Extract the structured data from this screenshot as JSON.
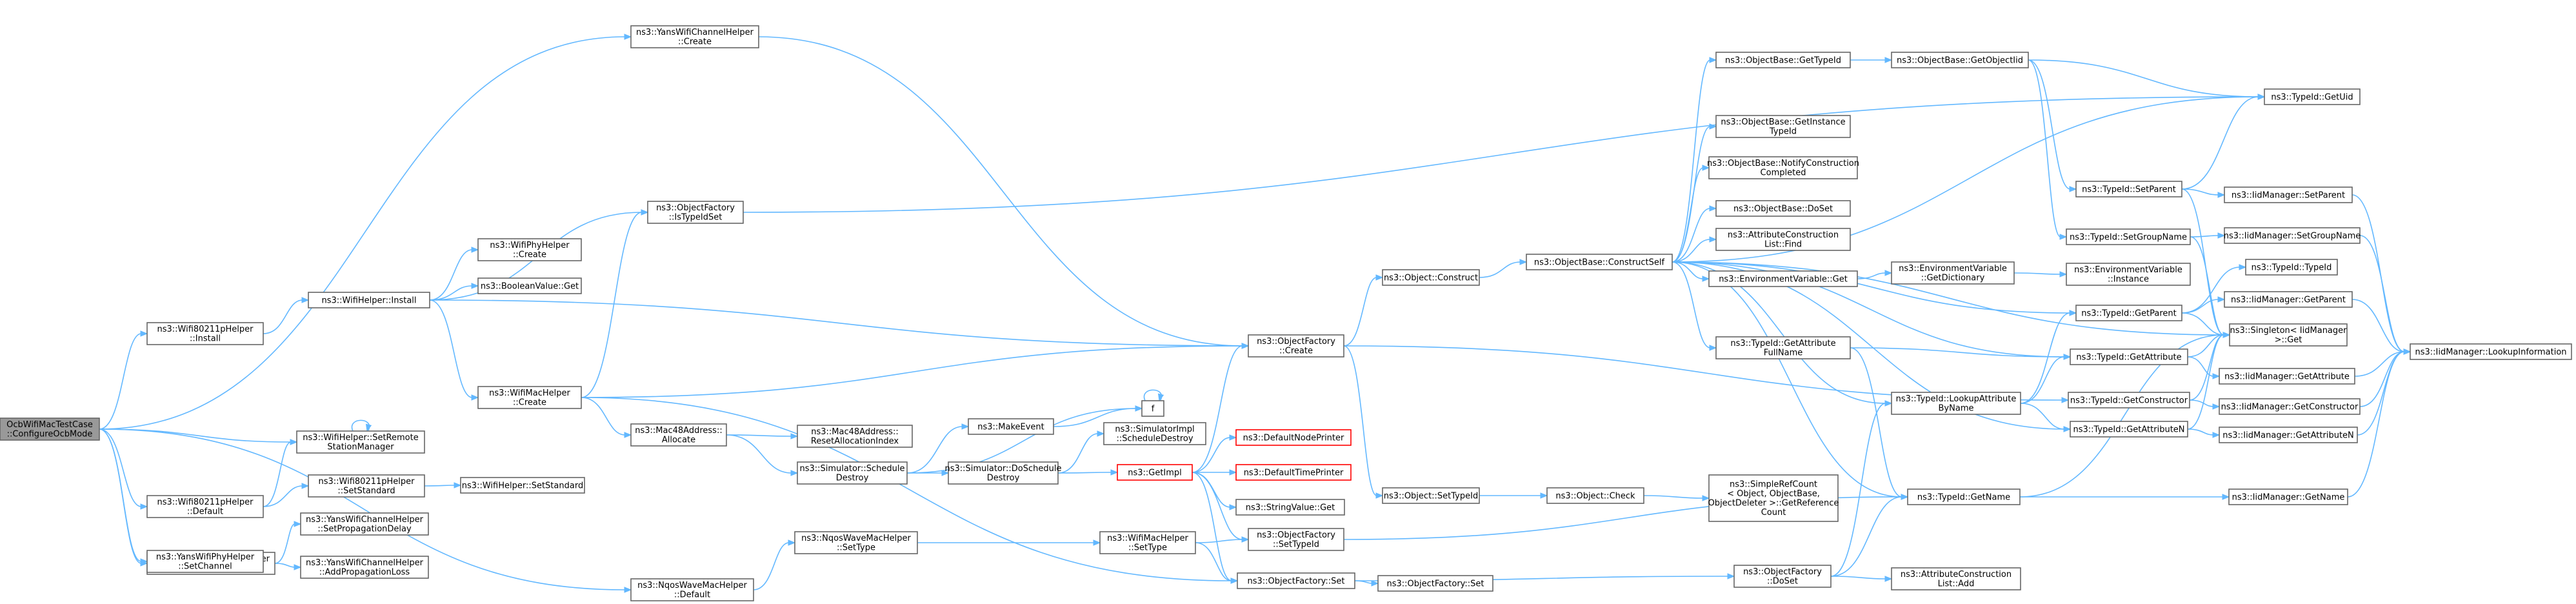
{
  "nodes": [
    {
      "id": "root",
      "lines": [
        "OcbWifiMacTestCase",
        "::ConfigureOcbMode"
      ],
      "style": "root"
    },
    {
      "id": "yanschan_create",
      "lines": [
        "ns3::YansWifiChannelHelper",
        "::Create"
      ]
    },
    {
      "id": "wifi80211p_install",
      "lines": [
        "ns3::Wifi80211pHelper",
        "::Install"
      ]
    },
    {
      "id": "wifihelper_setremote",
      "lines": [
        "ns3::WifiHelper::SetRemote",
        "StationManager"
      ]
    },
    {
      "id": "wifi80211p_default",
      "lines": [
        "ns3::Wifi80211pHelper",
        "::Default"
      ]
    },
    {
      "id": "yanschan_default",
      "lines": [
        "ns3::YansWifiChannelHelper",
        "::Default"
      ]
    },
    {
      "id": "yansphy_setchannel",
      "lines": [
        "ns3::YansWifiPhyHelper",
        "::SetChannel"
      ]
    },
    {
      "id": "nqos_default",
      "lines": [
        "ns3::NqosWaveMacHelper",
        "::Default"
      ]
    },
    {
      "id": "wifihelper_install",
      "lines": [
        "ns3::WifiHelper::Install"
      ]
    },
    {
      "id": "wifi80211p_setstandard",
      "lines": [
        "ns3::Wifi80211pHelper",
        "::SetStandard"
      ]
    },
    {
      "id": "yanschan_setprop",
      "lines": [
        "ns3::YansWifiChannelHelper",
        "::SetPropagationDelay"
      ]
    },
    {
      "id": "yanschan_addprop",
      "lines": [
        "ns3::YansWifiChannelHelper",
        "::AddPropagationLoss"
      ]
    },
    {
      "id": "nqos_settype",
      "lines": [
        "ns3::NqosWaveMacHelper",
        "::SetType"
      ]
    },
    {
      "id": "wifiphy_create",
      "lines": [
        "ns3::WifiPhyHelper",
        "::Create"
      ]
    },
    {
      "id": "booleanvalue_get",
      "lines": [
        "ns3::BooleanValue::Get"
      ]
    },
    {
      "id": "wifimac_create",
      "lines": [
        "ns3::WifiMacHelper",
        "::Create"
      ]
    },
    {
      "id": "wifihelper_setstandard",
      "lines": [
        "ns3::WifiHelper::SetStandard"
      ]
    },
    {
      "id": "objfactory_istypeidset",
      "lines": [
        "ns3::ObjectFactory",
        "::IsTypeIdSet"
      ]
    },
    {
      "id": "mac48_allocate",
      "lines": [
        "ns3::Mac48Address::",
        "Allocate"
      ]
    },
    {
      "id": "mac48_resetalloc",
      "lines": [
        "ns3::Mac48Address::",
        "ResetAllocationIndex"
      ]
    },
    {
      "id": "sim_scheduledestroy",
      "lines": [
        "ns3::Simulator::Schedule",
        "Destroy"
      ]
    },
    {
      "id": "sim_doscheduledestroy",
      "lines": [
        "ns3::Simulator::DoSchedule",
        "Destroy"
      ]
    },
    {
      "id": "makeevent",
      "lines": [
        "ns3::MakeEvent"
      ]
    },
    {
      "id": "f",
      "lines": [
        "f"
      ]
    },
    {
      "id": "simimpl_scheduledestroy",
      "lines": [
        "ns3::SimulatorImpl",
        "::ScheduleDestroy"
      ]
    },
    {
      "id": "getimpl",
      "lines": [
        "ns3::GetImpl"
      ],
      "style": "red"
    },
    {
      "id": "defaultnodeprinter",
      "lines": [
        "ns3::DefaultNodePrinter"
      ],
      "style": "red"
    },
    {
      "id": "defaulttimeprinter",
      "lines": [
        "ns3::DefaultTimePrinter"
      ],
      "style": "red"
    },
    {
      "id": "stringvalue_get",
      "lines": [
        "ns3::StringValue::Get"
      ]
    },
    {
      "id": "wifimac_settype",
      "lines": [
        "ns3::WifiMacHelper",
        "::SetType"
      ]
    },
    {
      "id": "objfactory_create",
      "lines": [
        "ns3::ObjectFactory",
        "::Create"
      ]
    },
    {
      "id": "objfactory_settypeid",
      "lines": [
        "ns3::ObjectFactory",
        "::SetTypeId"
      ]
    },
    {
      "id": "objfactory_set",
      "lines": [
        "ns3::ObjectFactory::Set"
      ]
    },
    {
      "id": "object_construct",
      "lines": [
        "ns3::Object::Construct"
      ]
    },
    {
      "id": "object_settypeid",
      "lines": [
        "ns3::Object::SetTypeId"
      ]
    },
    {
      "id": "objectfactory_set2",
      "lines": [
        "ns3::ObjectFactory::Set"
      ]
    },
    {
      "id": "objbase_constructself",
      "lines": [
        "ns3::ObjectBase::ConstructSelf"
      ]
    },
    {
      "id": "object_check",
      "lines": [
        "ns3::Object::Check"
      ]
    },
    {
      "id": "simplerefcount",
      "lines": [
        "ns3::SimpleRefCount",
        "< Object, ObjectBase,",
        "ObjectDeleter >::GetReference",
        "Count"
      ]
    },
    {
      "id": "objbase_gettypeid",
      "lines": [
        "ns3::ObjectBase::GetTypeId"
      ]
    },
    {
      "id": "objbase_getinstancetypeid",
      "lines": [
        "ns3::ObjectBase::GetInstance",
        "TypeId"
      ]
    },
    {
      "id": "objbase_notify",
      "lines": [
        "ns3::ObjectBase::NotifyConstruction",
        "Completed"
      ]
    },
    {
      "id": "objbase_doset",
      "lines": [
        "ns3::ObjectBase::DoSet"
      ]
    },
    {
      "id": "attrconstlist_find",
      "lines": [
        "ns3::AttributeConstruction",
        "List::Find"
      ]
    },
    {
      "id": "envvar_get",
      "lines": [
        "ns3::EnvironmentVariable::Get"
      ]
    },
    {
      "id": "typeid_getattrfullname",
      "lines": [
        "ns3::TypeId::GetAttribute",
        "FullName"
      ]
    },
    {
      "id": "objfactory_doset",
      "lines": [
        "ns3::ObjectFactory",
        "::DoSet"
      ]
    },
    {
      "id": "objbase_getobjectiid",
      "lines": [
        "ns3::ObjectBase::GetObjectIid"
      ]
    },
    {
      "id": "envvar_getdictionary",
      "lines": [
        "ns3::EnvironmentVariable",
        "::GetDictionary"
      ]
    },
    {
      "id": "typeid_lookupattrbyname",
      "lines": [
        "ns3::TypeId::LookupAttribute",
        "ByName"
      ]
    },
    {
      "id": "typeid_getname",
      "lines": [
        "ns3::TypeId::GetName"
      ]
    },
    {
      "id": "attrconstlist_add",
      "lines": [
        "ns3::AttributeConstruction",
        "List::Add"
      ]
    },
    {
      "id": "typeid_setparent",
      "lines": [
        "ns3::TypeId::SetParent"
      ]
    },
    {
      "id": "typeid_setgroupname",
      "lines": [
        "ns3::TypeId::SetGroupName"
      ]
    },
    {
      "id": "envvar_instance",
      "lines": [
        "ns3::EnvironmentVariable",
        "::Instance"
      ]
    },
    {
      "id": "typeid_getparent",
      "lines": [
        "ns3::TypeId::GetParent"
      ]
    },
    {
      "id": "typeid_getattribute",
      "lines": [
        "ns3::TypeId::GetAttribute"
      ]
    },
    {
      "id": "typeid_getconstructor",
      "lines": [
        "ns3::TypeId::GetConstructor"
      ]
    },
    {
      "id": "typeid_getattributen",
      "lines": [
        "ns3::TypeId::GetAttributeN"
      ]
    },
    {
      "id": "iidmgr_getname",
      "lines": [
        "ns3::IidManager::GetName"
      ]
    },
    {
      "id": "typeid_getuid",
      "lines": [
        "ns3::TypeId::GetUid"
      ]
    },
    {
      "id": "iidmgr_setparent",
      "lines": [
        "ns3::IidManager::SetParent"
      ]
    },
    {
      "id": "iidmgr_setgroupname",
      "lines": [
        "ns3::IidManager::SetGroupName"
      ]
    },
    {
      "id": "typeid_typeid",
      "lines": [
        "ns3::TypeId::TypeId"
      ]
    },
    {
      "id": "iidmgr_getparent",
      "lines": [
        "ns3::IidManager::GetParent"
      ]
    },
    {
      "id": "singleton_get",
      "lines": [
        "ns3::Singleton< IidManager",
        ">::Get"
      ]
    },
    {
      "id": "iidmgr_getattribute",
      "lines": [
        "ns3::IidManager::GetAttribute"
      ]
    },
    {
      "id": "iidmgr_getconstructor",
      "lines": [
        "ns3::IidManager::GetConstructor"
      ]
    },
    {
      "id": "iidmgr_getattributen",
      "lines": [
        "ns3::IidManager::GetAttributeN"
      ]
    },
    {
      "id": "iidmgr_lookupinfo",
      "lines": [
        "ns3::IidManager::LookupInformation"
      ]
    }
  ],
  "edges": [
    [
      "root",
      "yanschan_create"
    ],
    [
      "root",
      "wifi80211p_install"
    ],
    [
      "root",
      "wifihelper_setremote"
    ],
    [
      "root",
      "wifi80211p_default"
    ],
    [
      "root",
      "yanschan_default"
    ],
    [
      "root",
      "yansphy_setchannel"
    ],
    [
      "root",
      "nqos_default"
    ],
    [
      "yanschan_create",
      "objfactory_create"
    ],
    [
      "wifi80211p_install",
      "wifihelper_install"
    ],
    [
      "wifihelper_setremote",
      "wifihelper_setremote"
    ],
    [
      "wifi80211p_default",
      "wifihelper_setremote"
    ],
    [
      "wifi80211p_default",
      "wifi80211p_setstandard"
    ],
    [
      "yanschan_default",
      "yanschan_setprop"
    ],
    [
      "yanschan_default",
      "yanschan_addprop"
    ],
    [
      "nqos_default",
      "nqos_settype"
    ],
    [
      "wifihelper_install",
      "objfactory_istypeidset"
    ],
    [
      "wifihelper_install",
      "wifiphy_create"
    ],
    [
      "wifihelper_install",
      "booleanvalue_get"
    ],
    [
      "wifihelper_install",
      "wifimac_create"
    ],
    [
      "wifihelper_install",
      "objfactory_create"
    ],
    [
      "wifi80211p_setstandard",
      "wifihelper_setstandard"
    ],
    [
      "nqos_settype",
      "wifimac_settype"
    ],
    [
      "wifimac_create",
      "objfactory_istypeidset"
    ],
    [
      "wifimac_create",
      "mac48_allocate"
    ],
    [
      "wifimac_create",
      "objfactory_create"
    ],
    [
      "wifimac_create",
      "objfactory_set"
    ],
    [
      "objfactory_istypeidset",
      "typeid_getuid"
    ],
    [
      "mac48_allocate",
      "mac48_resetalloc"
    ],
    [
      "mac48_allocate",
      "sim_scheduledestroy"
    ],
    [
      "sim_scheduledestroy",
      "makeevent"
    ],
    [
      "sim_scheduledestroy",
      "f"
    ],
    [
      "sim_scheduledestroy",
      "sim_doscheduledestroy"
    ],
    [
      "makeevent",
      "f"
    ],
    [
      "f",
      "f"
    ],
    [
      "sim_doscheduledestroy",
      "simimpl_scheduledestroy"
    ],
    [
      "sim_doscheduledestroy",
      "getimpl"
    ],
    [
      "getimpl",
      "objfactory_create"
    ],
    [
      "getimpl",
      "defaultnodeprinter"
    ],
    [
      "getimpl",
      "defaulttimeprinter"
    ],
    [
      "getimpl",
      "stringvalue_get"
    ],
    [
      "getimpl",
      "objfactory_settypeid"
    ],
    [
      "getimpl",
      "objfactory_set"
    ],
    [
      "wifimac_settype",
      "objfactory_settypeid"
    ],
    [
      "wifimac_settype",
      "objfactory_set"
    ],
    [
      "objfactory_create",
      "object_construct"
    ],
    [
      "objfactory_create",
      "object_settypeid"
    ],
    [
      "objfactory_create",
      "typeid_getconstructor"
    ],
    [
      "objfactory_settypeid",
      "typeid_getname"
    ],
    [
      "objfactory_set",
      "objectfactory_set2"
    ],
    [
      "objfactory_set",
      "objfactory_doset"
    ],
    [
      "object_construct",
      "objbase_constructself"
    ],
    [
      "object_settypeid",
      "object_check"
    ],
    [
      "object_check",
      "simplerefcount"
    ],
    [
      "objbase_constructself",
      "objbase_gettypeid"
    ],
    [
      "objbase_constructself",
      "objbase_getinstancetypeid"
    ],
    [
      "objbase_constructself",
      "objbase_notify"
    ],
    [
      "objbase_constructself",
      "objbase_doset"
    ],
    [
      "objbase_constructself",
      "attrconstlist_find"
    ],
    [
      "objbase_constructself",
      "envvar_get"
    ],
    [
      "objbase_constructself",
      "typeid_getattrfullname"
    ],
    [
      "objbase_constructself",
      "typeid_getname"
    ],
    [
      "objbase_constructself",
      "typeid_getparent"
    ],
    [
      "objbase_constructself",
      "typeid_getattribute"
    ],
    [
      "objbase_constructself",
      "typeid_getattributen"
    ],
    [
      "objbase_constructself",
      "typeid_getuid"
    ],
    [
      "objbase_constructself",
      "singleton_get"
    ],
    [
      "objbase_constructself",
      "typeid_lookupattrbyname"
    ],
    [
      "objbase_gettypeid",
      "objbase_getobjectiid"
    ],
    [
      "envvar_get",
      "envvar_getdictionary"
    ],
    [
      "typeid_getattrfullname",
      "typeid_getattribute"
    ],
    [
      "typeid_getattrfullname",
      "typeid_getname"
    ],
    [
      "objfactory_doset",
      "typeid_lookupattrbyname"
    ],
    [
      "objfactory_doset",
      "attrconstlist_add"
    ],
    [
      "objfactory_doset",
      "typeid_getname"
    ],
    [
      "objbase_getobjectiid",
      "typeid_setparent"
    ],
    [
      "objbase_getobjectiid",
      "typeid_setgroupname"
    ],
    [
      "objbase_getobjectiid",
      "typeid_getuid"
    ],
    [
      "envvar_getdictionary",
      "envvar_instance"
    ],
    [
      "typeid_lookupattrbyname",
      "typeid_getparent"
    ],
    [
      "typeid_lookupattrbyname",
      "typeid_getattribute"
    ],
    [
      "typeid_lookupattrbyname",
      "typeid_getattributen"
    ],
    [
      "typeid_getname",
      "iidmgr_getname"
    ],
    [
      "typeid_getname",
      "singleton_get"
    ],
    [
      "typeid_setparent",
      "typeid_getuid"
    ],
    [
      "typeid_setparent",
      "iidmgr_setparent"
    ],
    [
      "typeid_setparent",
      "singleton_get"
    ],
    [
      "typeid_setgroupname",
      "iidmgr_setgroupname"
    ],
    [
      "typeid_setgroupname",
      "singleton_get"
    ],
    [
      "typeid_getparent",
      "typeid_typeid"
    ],
    [
      "typeid_getparent",
      "iidmgr_getparent"
    ],
    [
      "typeid_getparent",
      "singleton_get"
    ],
    [
      "typeid_getattribute",
      "iidmgr_getattribute"
    ],
    [
      "typeid_getattribute",
      "singleton_get"
    ],
    [
      "typeid_getconstructor",
      "iidmgr_getconstructor"
    ],
    [
      "typeid_getconstructor",
      "singleton_get"
    ],
    [
      "typeid_getattributen",
      "iidmgr_getattributen"
    ],
    [
      "typeid_getattributen",
      "singleton_get"
    ],
    [
      "iidmgr_getname",
      "iidmgr_lookupinfo"
    ],
    [
      "iidmgr_setparent",
      "iidmgr_lookupinfo"
    ],
    [
      "iidmgr_setgroupname",
      "iidmgr_lookupinfo"
    ],
    [
      "iidmgr_getparent",
      "iidmgr_lookupinfo"
    ],
    [
      "iidmgr_getattribute",
      "iidmgr_lookupinfo"
    ],
    [
      "iidmgr_getconstructor",
      "iidmgr_lookupinfo"
    ],
    [
      "iidmgr_getattributen",
      "iidmgr_lookupinfo"
    ]
  ]
}
